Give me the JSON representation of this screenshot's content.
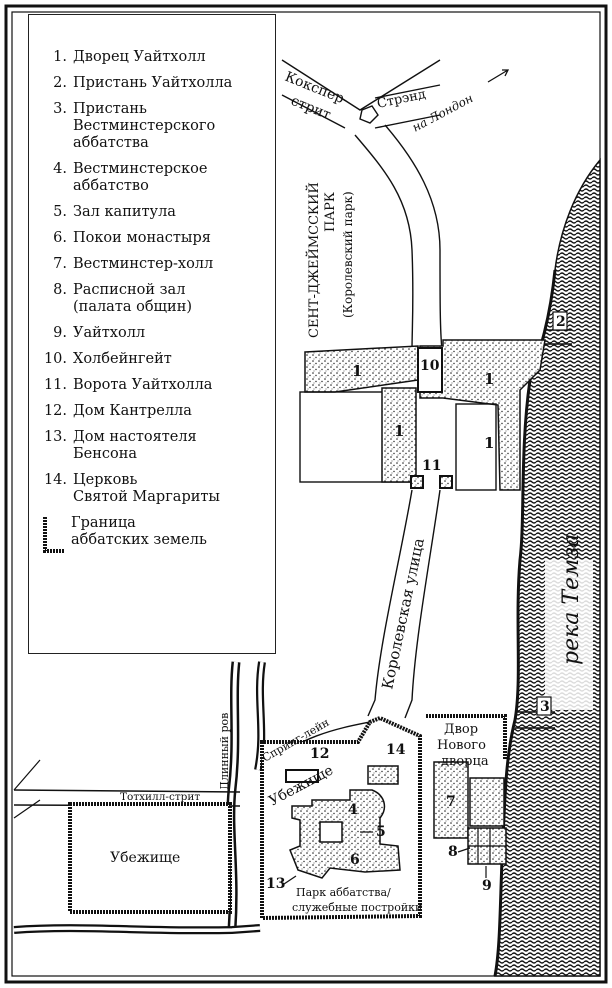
{
  "legend": {
    "items": [
      {
        "num": "1.",
        "text": "Дворец Уайтхолл"
      },
      {
        "num": "2.",
        "text": "Пристань Уайтхолла"
      },
      {
        "num": "3.",
        "text": "Пристань\nВестминстерского\nаббатства"
      },
      {
        "num": "4.",
        "text": "Вестминстерское\nаббатство"
      },
      {
        "num": "5.",
        "text": "Зал капитула"
      },
      {
        "num": "6.",
        "text": "Покои монастыря"
      },
      {
        "num": "7.",
        "text": "Вестминстер-холл"
      },
      {
        "num": "8.",
        "text": "Расписной зал\n(палата общин)"
      },
      {
        "num": "9.",
        "text": "Уайтхолл"
      },
      {
        "num": "10.",
        "text": "Холбейнгейт"
      },
      {
        "num": "11.",
        "text": "Ворота Уайтхолла"
      },
      {
        "num": "12.",
        "text": "Дом Кантрелла"
      },
      {
        "num": "13.",
        "text": "Дом настоятеля\nБенсона"
      },
      {
        "num": "14.",
        "text": "Церковь\nСвятой Маргариты"
      }
    ],
    "boundary_label": "Граница\nаббатских земель"
  },
  "labels": {
    "cockspur_1": "Кокспер-",
    "cockspur_2": "стрит",
    "strand": "Стрэнд",
    "to_london": "на Лондон",
    "park_1": "СЕНТ-ДЖЕЙМССКИЙ",
    "park_2": "ПАРК",
    "park_3": "(Королевский парк)",
    "kings_street": "Королевская улица",
    "river": "река Темза",
    "long_ditch": "Длинный ров",
    "spring_lane": "Спринг-лейн",
    "tothill": "Тотхилл-стрит",
    "sanctuary_big": "Убежище",
    "sanctuary_small": "Убежище",
    "new_palace_1": "Двор",
    "new_palace_2": "Нового",
    "new_palace_3": "дворца",
    "abbey_park_1": "Парк аббатства/",
    "abbey_park_2": "служебные постройки"
  },
  "numbers": {
    "n1": "1",
    "n2": "2",
    "n3": "3",
    "n4": "4",
    "n5": "5",
    "n6": "6",
    "n7": "7",
    "n8": "8",
    "n9": "9",
    "n10": "10",
    "n11": "11",
    "n12": "12",
    "n13": "13",
    "n14": "14"
  },
  "colors": {
    "ink": "#111111",
    "paper": "#ffffff",
    "water": "#1a1a1a"
  }
}
